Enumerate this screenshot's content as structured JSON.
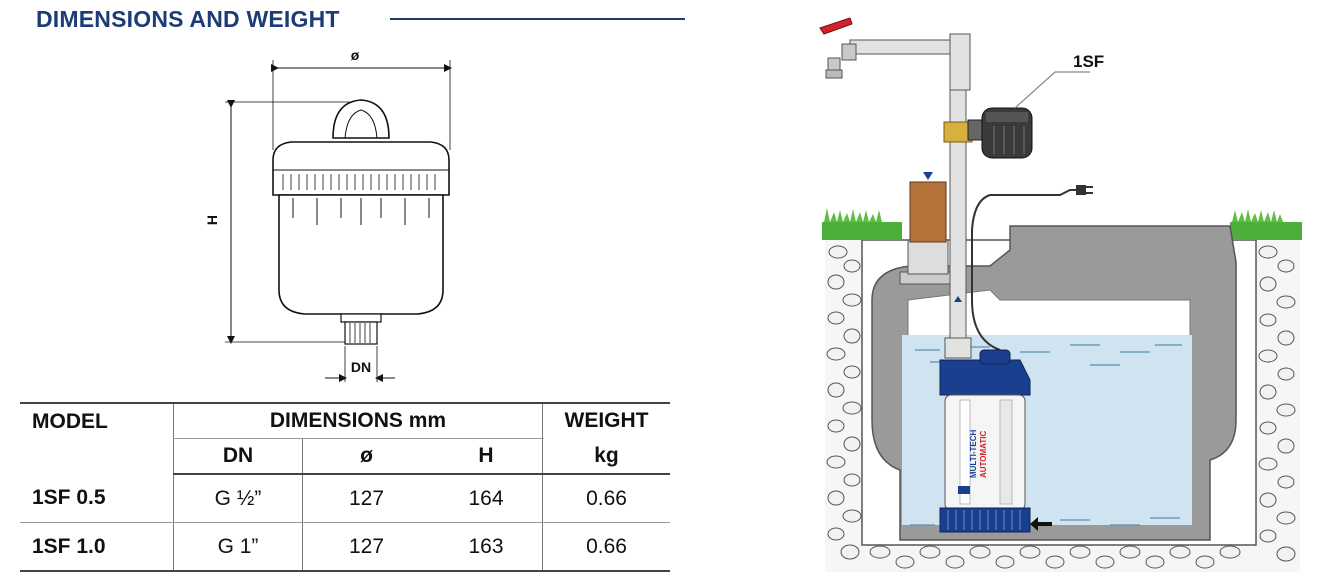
{
  "header": {
    "title": "DIMENSIONS AND WEIGHT"
  },
  "drawing": {
    "diameter_label": "ø",
    "height_label": "H",
    "dn_label": "DN"
  },
  "table": {
    "header": {
      "model": "MODEL",
      "dimensions": "DIMENSIONS mm",
      "weight": "WEIGHT",
      "dn": "DN",
      "diameter": "ø",
      "h": "H",
      "weight_unit": "kg"
    },
    "rows": [
      {
        "model": "1SF 0.5",
        "dn": "G ½”",
        "diameter": "127",
        "h": "164",
        "weight": "0.66"
      },
      {
        "model": "1SF 1.0",
        "dn": "G 1”",
        "diameter": "127",
        "h": "163",
        "weight": "0.66"
      }
    ]
  },
  "scene": {
    "callout_label": "1SF",
    "pump_brand": "MULTI-TECH",
    "pump_model": "AUTOMATIC",
    "colors": {
      "water": "#cfe4f0",
      "tank": "#9a9a9a",
      "grass": "#4caf3a",
      "pump_blue": "#1b3f8f",
      "valve_red": "#d3202a"
    }
  }
}
